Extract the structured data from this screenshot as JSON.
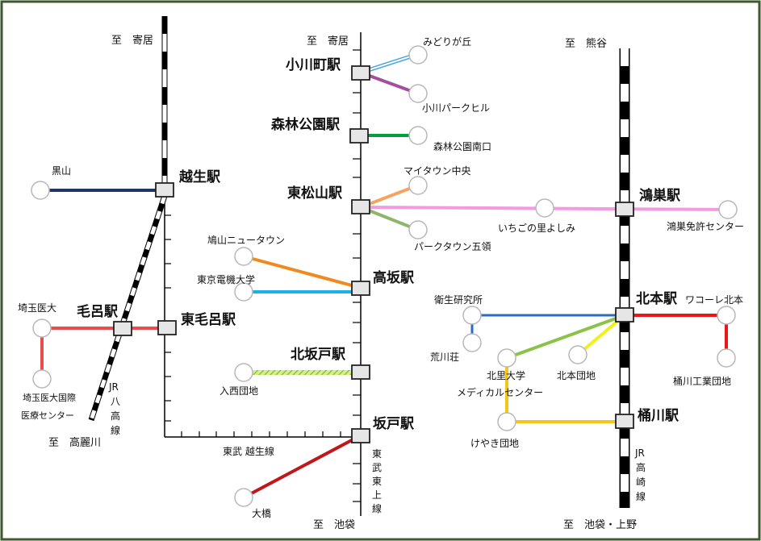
{
  "directions": {
    "ogose_north": "至　寄居",
    "tobu_north": "至　寄居",
    "jr_north": "至　熊谷",
    "hachiko_south": "至　高麗川",
    "tobu_south": "至　池袋",
    "jr_south": "至　池袋・上野"
  },
  "line_names": {
    "tobu_ogose": "東武 越生線",
    "tobu_tojo": [
      "東",
      "武",
      "東",
      "上",
      "線"
    ],
    "jr_hachiko": [
      "JR",
      "八",
      "高",
      "線"
    ],
    "jr_takasaki": [
      "JR",
      "高",
      "崎",
      "線"
    ]
  },
  "stations": {
    "ogose": "越生駅",
    "kawakado": "毛呂駅",
    "higashimoro": "東毛呂駅",
    "ogawamachi": "小川町駅",
    "shinrin_koen": "森林公園駅",
    "higashimatsuyama": "東松山駅",
    "takasaka": "高坂駅",
    "kitasakado": "北坂戸駅",
    "sakado": "坂戸駅",
    "konosu": "鴻巣駅",
    "kitamoto": "北本駅",
    "okegawa": "桶川駅"
  },
  "destinations": {
    "kuroyama": "黒山",
    "saitama_ika": "埼玉医大",
    "saitama_ika_center_1": "埼玉医大国際",
    "saitama_ika_center_2": "医療センター",
    "midorigaoka": "みどりが丘",
    "ogawa_park_hill": "小川パークヒル",
    "shinrin_koen_minamiguchi": "森林公園南口",
    "my_town": "マイタウン中央",
    "park_town": "パークタウン五領",
    "ichigo": "いちごの里よしみ",
    "konosu_menkyo": "鴻巣免許センター",
    "hatoyama_nt": "鳩山ニュータウン",
    "denki_univ": "東京電機大学",
    "irinishi": "入西団地",
    "ohashi": "大橋",
    "eisei": "衛生研究所",
    "arakawaso": "荒川荘",
    "kitasato_1": "北里大学",
    "kitasato_2": "メディカルセンター",
    "kitamoto_danchi": "北本団地",
    "wacore": "ワコーレ北本",
    "okegawa_kogyo": "桶川工業団地",
    "keyaki": "けやき団地"
  },
  "colors": {
    "kuroyama_route": "#1f3864",
    "moro_route": "#e84c4c",
    "midorigaoka_route": "#9dc3e6",
    "park_hill_route": "#a64d9e",
    "shinrin_route": "#00a040",
    "my_town_route": "#f4a460",
    "park_town_route": "#8db56c",
    "ichigo_route": "#f49ae0",
    "hatoyama_route": "#f08a1e",
    "denki_route": "#1ab0e8",
    "irinishi_route": "#a8d860",
    "ohashi_route": "#c0171a",
    "eisei_route": "#2b6cc0",
    "kitasato_route": "#8bc34a",
    "kitamoto_danchi_route": "#f0f01a",
    "wacore_route": "#e81818",
    "keyaki_route": "#f5c518",
    "frame": "#3d5a2a"
  }
}
